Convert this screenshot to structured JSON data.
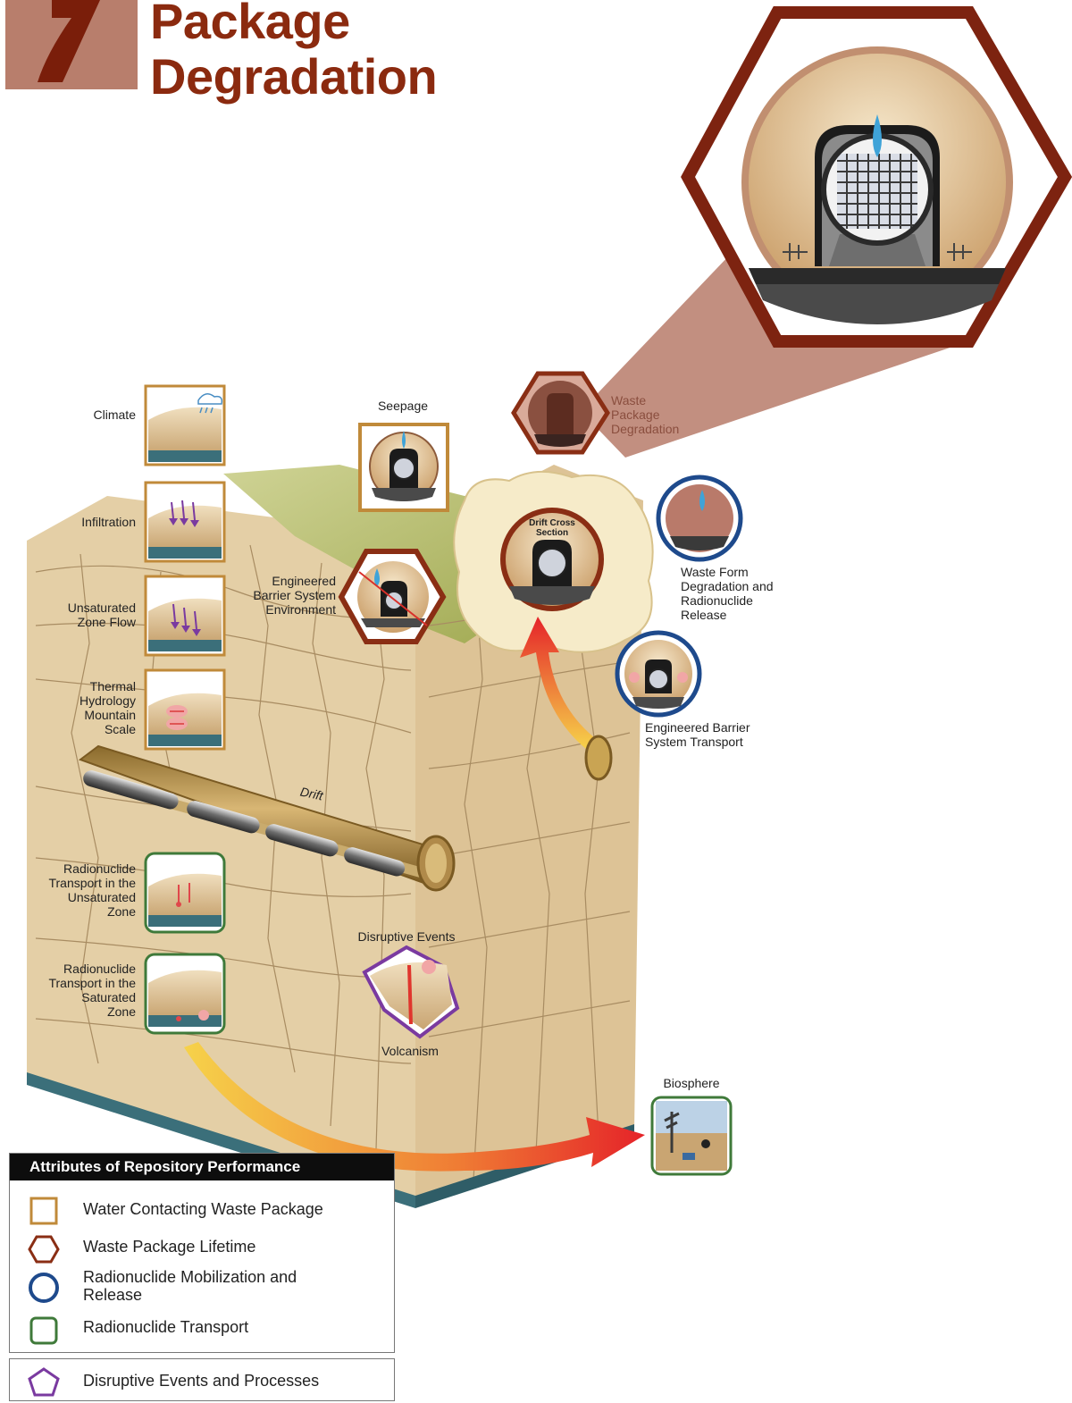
{
  "title": {
    "number": "7",
    "line1": "Package",
    "line2": "Degradation"
  },
  "labels": {
    "climate": "Climate",
    "infiltration": "Infiltration",
    "uz_flow_1": "Unsaturated",
    "uz_flow_2": "Zone Flow",
    "thermal_1": "Thermal",
    "thermal_2": "Hydrology",
    "thermal_3": "Mountain",
    "thermal_4": "Scale",
    "drift": "Drift",
    "rt_uz_1": "Radionuclide",
    "rt_uz_2": "Transport in the",
    "rt_uz_3": "Unsaturated",
    "rt_uz_4": "Zone",
    "rt_sz_1": "Radionuclide",
    "rt_sz_2": "Transport in the",
    "rt_sz_3": "Saturated",
    "rt_sz_4": "Zone",
    "seepage": "Seepage",
    "ebs_env_1": "Engineered",
    "ebs_env_2": "Barrier System",
    "ebs_env_3": "Environment",
    "wp_deg_1": "Waste",
    "wp_deg_2": "Package",
    "wp_deg_3": "Degradation",
    "drift_cross_1": "Drift Cross",
    "drift_cross_2": "Section",
    "wf_deg_1": "Waste Form",
    "wf_deg_2": "Degradation and",
    "wf_deg_3": "Radionuclide",
    "wf_deg_4": "Release",
    "ebs_trans_1": "Engineered Barrier",
    "ebs_trans_2": "System Transport",
    "disruptive": "Disruptive Events",
    "volcanism": "Volcanism",
    "biosphere": "Biosphere"
  },
  "legend": {
    "heading": "Attributes of Repository Performance",
    "items": [
      {
        "label": "Water Contacting Waste Package",
        "shape": "square",
        "color": "#c08a3a"
      },
      {
        "label": "Waste Package Lifetime",
        "shape": "hexagon",
        "color": "#8a2e14"
      },
      {
        "label": "Radionuclide Mobilization and",
        "label2": "Release",
        "shape": "circle",
        "color": "#1e4a8c"
      },
      {
        "label": "Radionuclide Transport",
        "shape": "square",
        "color": "#3f7a3a"
      }
    ],
    "extra": {
      "label": "Disruptive Events and Processes",
      "shape": "pentagon",
      "color": "#7a3aa0"
    }
  },
  "colors": {
    "title": "#8b2a0f",
    "title_block": "#b87e6c",
    "zoom_cone": "#c28f80",
    "hexagon": "#7d2310",
    "rock": "#e7d2ac",
    "rock_side": "#dcc49a",
    "green_cap": "#b9be6a",
    "water_table": "#3b6f7a",
    "arrow_start": "#f5d048",
    "arrow_end": "#e8232b"
  }
}
